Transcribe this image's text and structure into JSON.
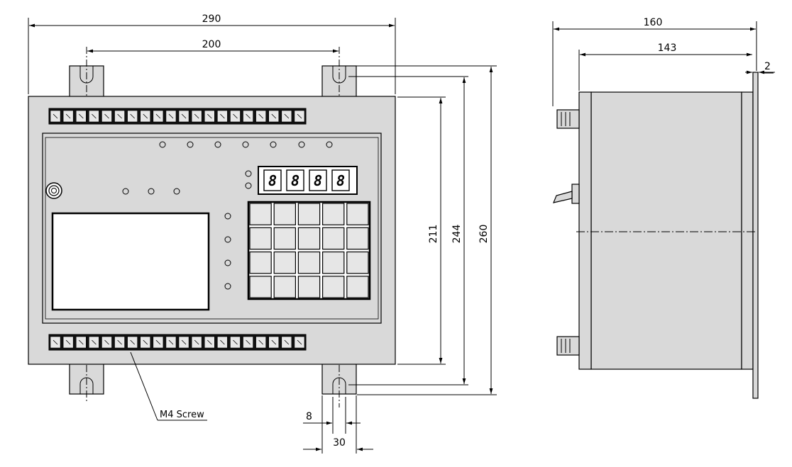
{
  "front_view": {
    "dim_width_overall": "290",
    "dim_mount_hole_spacing_horizontal": "200",
    "dim_body_height": "211",
    "dim_mount_hole_spacing_vertical": "244",
    "dim_height_overall": "260",
    "dim_slot_width": "8",
    "dim_foot_width": "30",
    "callout_label": "M4 Screw",
    "display_digits": [
      "8",
      "8",
      "8",
      "8"
    ],
    "terminal_count_top": 20,
    "terminal_count_bottom": 20,
    "keypad_rows": 4,
    "keypad_cols": 5
  },
  "side_view": {
    "dim_depth_overall": "160",
    "dim_body_depth": "143",
    "dim_flange_thickness": "2"
  }
}
